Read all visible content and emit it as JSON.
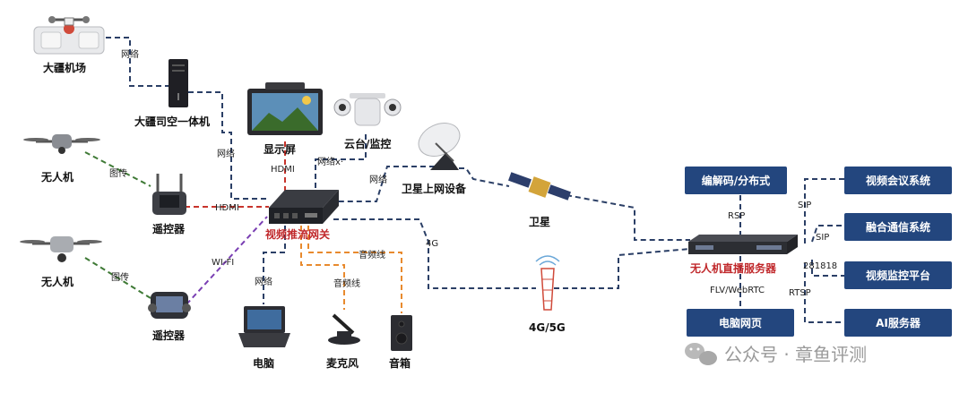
{
  "devices": {
    "dji_dock": "大疆机场",
    "dji_sikong": "大疆司空一体机",
    "display": "显示屏",
    "ptz_camera": "云台/监控",
    "satellite_terminal": "卫星上网设备",
    "satellite": "卫星",
    "drone_1": "无人机",
    "drone_2": "无人机",
    "remote_1": "遥控器",
    "remote_2": "遥控器",
    "gateway": "视频推流网关",
    "computer": "电脑",
    "microphone": "麦克风",
    "speaker": "音箱",
    "tower": "4G/5G",
    "live_server": "无人机直播服务器"
  },
  "boxes": {
    "codec": "编解码/分布式",
    "video_conf": "视频会议系统",
    "fusion_comm": "融合通信系统",
    "video_monitor": "视频监控平台",
    "ai_server": "AI服务器",
    "web": "电脑网页"
  },
  "links": {
    "dock_net": "网络",
    "sikong_net": "网络",
    "hdmi_display": "HDMI",
    "ptz_net": "网络x·",
    "sat_net": "网络",
    "drone1_tx": "图传",
    "drone2_tx": "图传",
    "remote_hdmi": "HDMI",
    "wifi": "WI-FI",
    "g4": "4G",
    "computer_net": "网络",
    "audio_speaker": "音频线",
    "audio_mic": "音频线",
    "rsp": "RSP",
    "sip_1": "SIP",
    "sip_2": "SIP",
    "gb": "281818",
    "rtsp": "RTSP",
    "flv": "FLV/WebRTC"
  },
  "watermark": "公众号 · 章鱼评测",
  "colors": {
    "navy_line": "#2b3f66",
    "red_line": "#c8342c",
    "green_line": "#3f7a36",
    "purple_line": "#7a3fb3",
    "orange_line": "#e88a2e",
    "box_fill": "#23467e",
    "accent_red": "#c0282b"
  }
}
